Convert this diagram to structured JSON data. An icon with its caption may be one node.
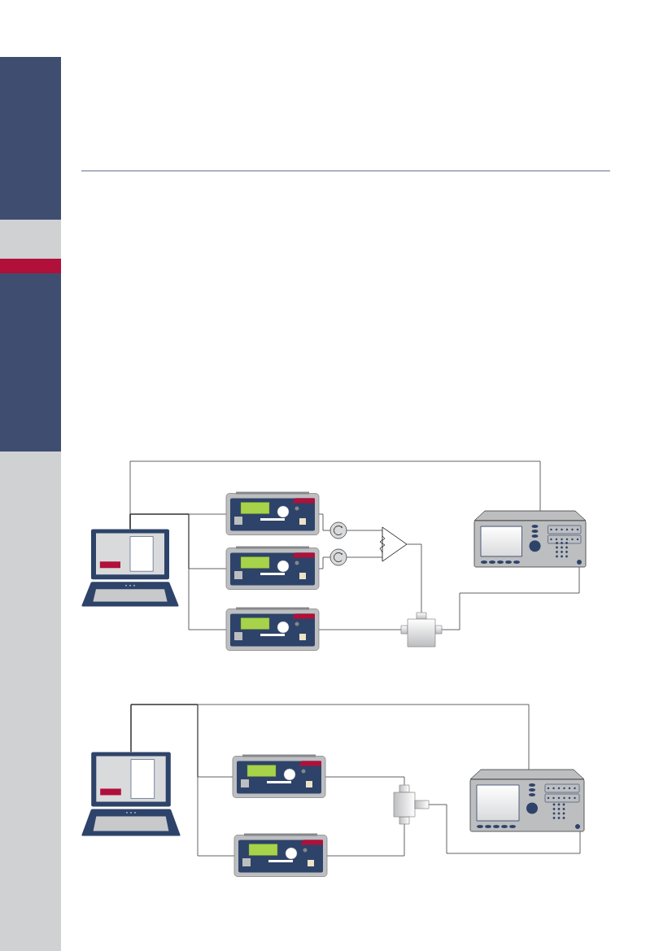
{
  "diagram": {
    "nodes": [
      {
        "text": [],
        "shape": "picture"
      },
      {
        "text": [],
        "shape": "picture"
      },
      {
        "text": [],
        "shape": "picture"
      },
      {
        "text": [],
        "shape": "picture"
      },
      {
        "text": [],
        "shape": "circle"
      },
      {
        "text": [],
        "shape": "circle"
      },
      {
        "text": [],
        "shape": "picture"
      },
      {
        "text": [],
        "shape": "picture"
      },
      {
        "text": [],
        "shape": "picture"
      },
      {
        "text": [],
        "shape": "picture"
      },
      {
        "text": [],
        "shape": "picture"
      },
      {
        "text": [],
        "shape": "picture"
      },
      {
        "text": [],
        "shape": "picture"
      },
      {
        "text": [],
        "shape": "picture"
      }
    ],
    "edges": [
      {
        "from": 0,
        "to": 8,
        "arrow": "none"
      },
      {
        "from": 0,
        "to": 1,
        "arrow": "none"
      },
      {
        "from": 0,
        "to": 2,
        "arrow": "none"
      },
      {
        "from": 0,
        "to": 3,
        "arrow": "none"
      },
      {
        "from": 1,
        "to": 4,
        "arrow": "none"
      },
      {
        "from": 2,
        "to": 5,
        "arrow": "none"
      },
      {
        "from": 4,
        "to": 6,
        "arrow": "none"
      },
      {
        "from": 5,
        "to": 6,
        "arrow": "none"
      },
      {
        "from": 6,
        "to": 7,
        "arrow": "none"
      },
      {
        "from": 3,
        "to": 7,
        "arrow": "none"
      },
      {
        "from": 7,
        "to": 8,
        "arrow": "none"
      },
      {
        "from": 9,
        "to": 13,
        "arrow": "none"
      },
      {
        "from": 9,
        "to": 10,
        "arrow": "none"
      },
      {
        "from": 9,
        "to": 11,
        "arrow": "none"
      },
      {
        "from": 10,
        "to": 12,
        "arrow": "none"
      },
      {
        "from": 11,
        "to": 12,
        "arrow": "none"
      },
      {
        "from": 12,
        "to": 13,
        "arrow": "none"
      }
    ]
  }
}
